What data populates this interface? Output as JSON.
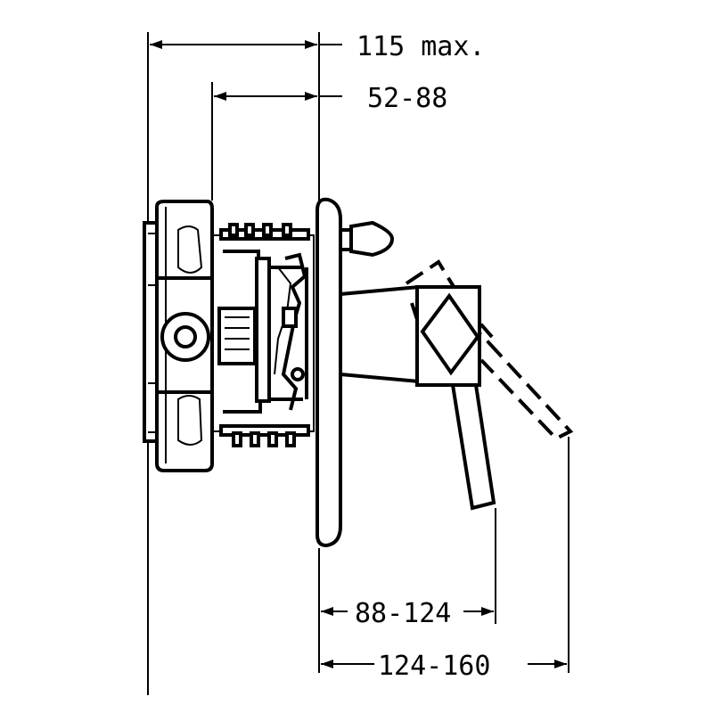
{
  "dimensions": {
    "overall_max": "115 max.",
    "wall_depth": "52-88",
    "lever_reach": "88-124",
    "lever_reach_max": "124-160"
  }
}
